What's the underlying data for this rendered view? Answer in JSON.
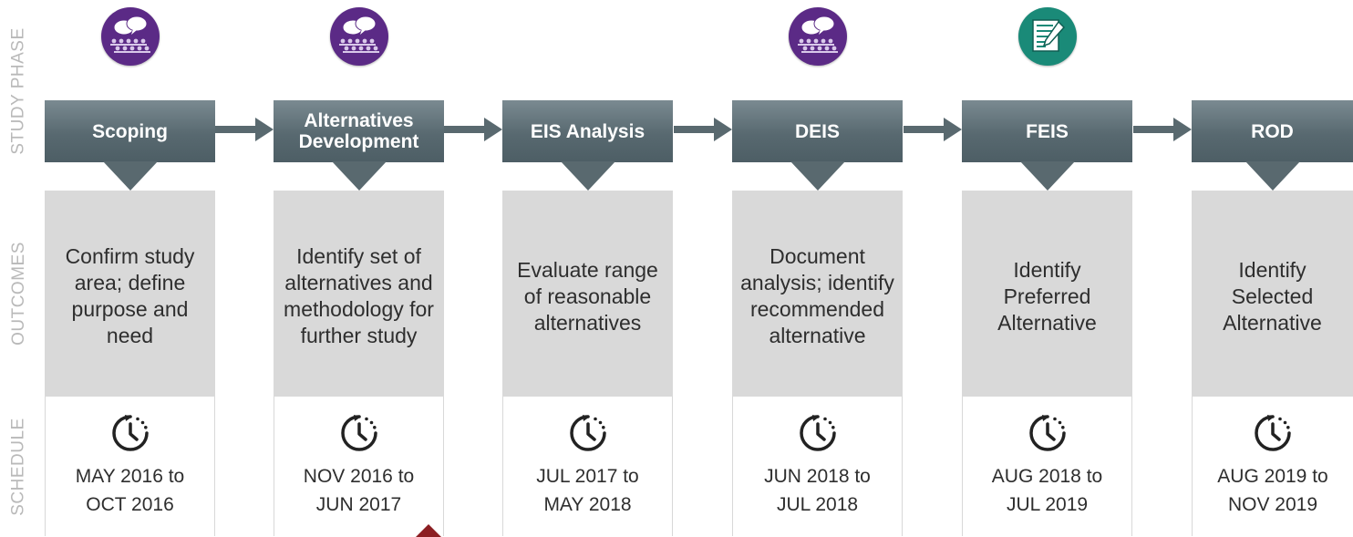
{
  "row_labels": {
    "phase": "STUDY PHASE",
    "outcomes": "OUTCOMES",
    "schedule": "SCHEDULE"
  },
  "phases": [
    {
      "name": "Scoping",
      "icon": "meeting-icon",
      "icon_color": "#5b2a86",
      "outcome": "Confirm study area; define purpose and need",
      "schedule_line1": "MAY 2016 to",
      "schedule_line2": "OCT 2016"
    },
    {
      "name": "Alternatives Development",
      "icon": "meeting-icon",
      "icon_color": "#5b2a86",
      "outcome": "Identify set of alternatives and methodology for further study",
      "schedule_line1": "NOV 2016 to",
      "schedule_line2": "JUN 2017"
    },
    {
      "name": "EIS Analysis",
      "icon": "",
      "icon_color": "",
      "outcome": "Evaluate range of reasonable alternatives",
      "schedule_line1": "JUL 2017 to",
      "schedule_line2": "MAY 2018"
    },
    {
      "name": "DEIS",
      "icon": "meeting-icon",
      "icon_color": "#5b2a86",
      "outcome": "Document analysis; identify recommended alternative",
      "schedule_line1": "JUN 2018 to",
      "schedule_line2": "JUL 2018"
    },
    {
      "name": "FEIS",
      "icon": "document-edit-icon",
      "icon_color": "#1a8a78",
      "outcome": "Identify Preferred Alternative",
      "schedule_line1": "AUG 2018 to",
      "schedule_line2": "JUL 2019"
    },
    {
      "name": "ROD",
      "icon": "",
      "icon_color": "",
      "outcome": "Identify Selected Alternative",
      "schedule_line1": "AUG 2019 to",
      "schedule_line2": "NOV 2019"
    }
  ],
  "colors": {
    "phase_box": "#59696f",
    "outcome_bg": "#d9d9d9",
    "connector": "#59696f",
    "accent_red": "#8b1e22"
  }
}
